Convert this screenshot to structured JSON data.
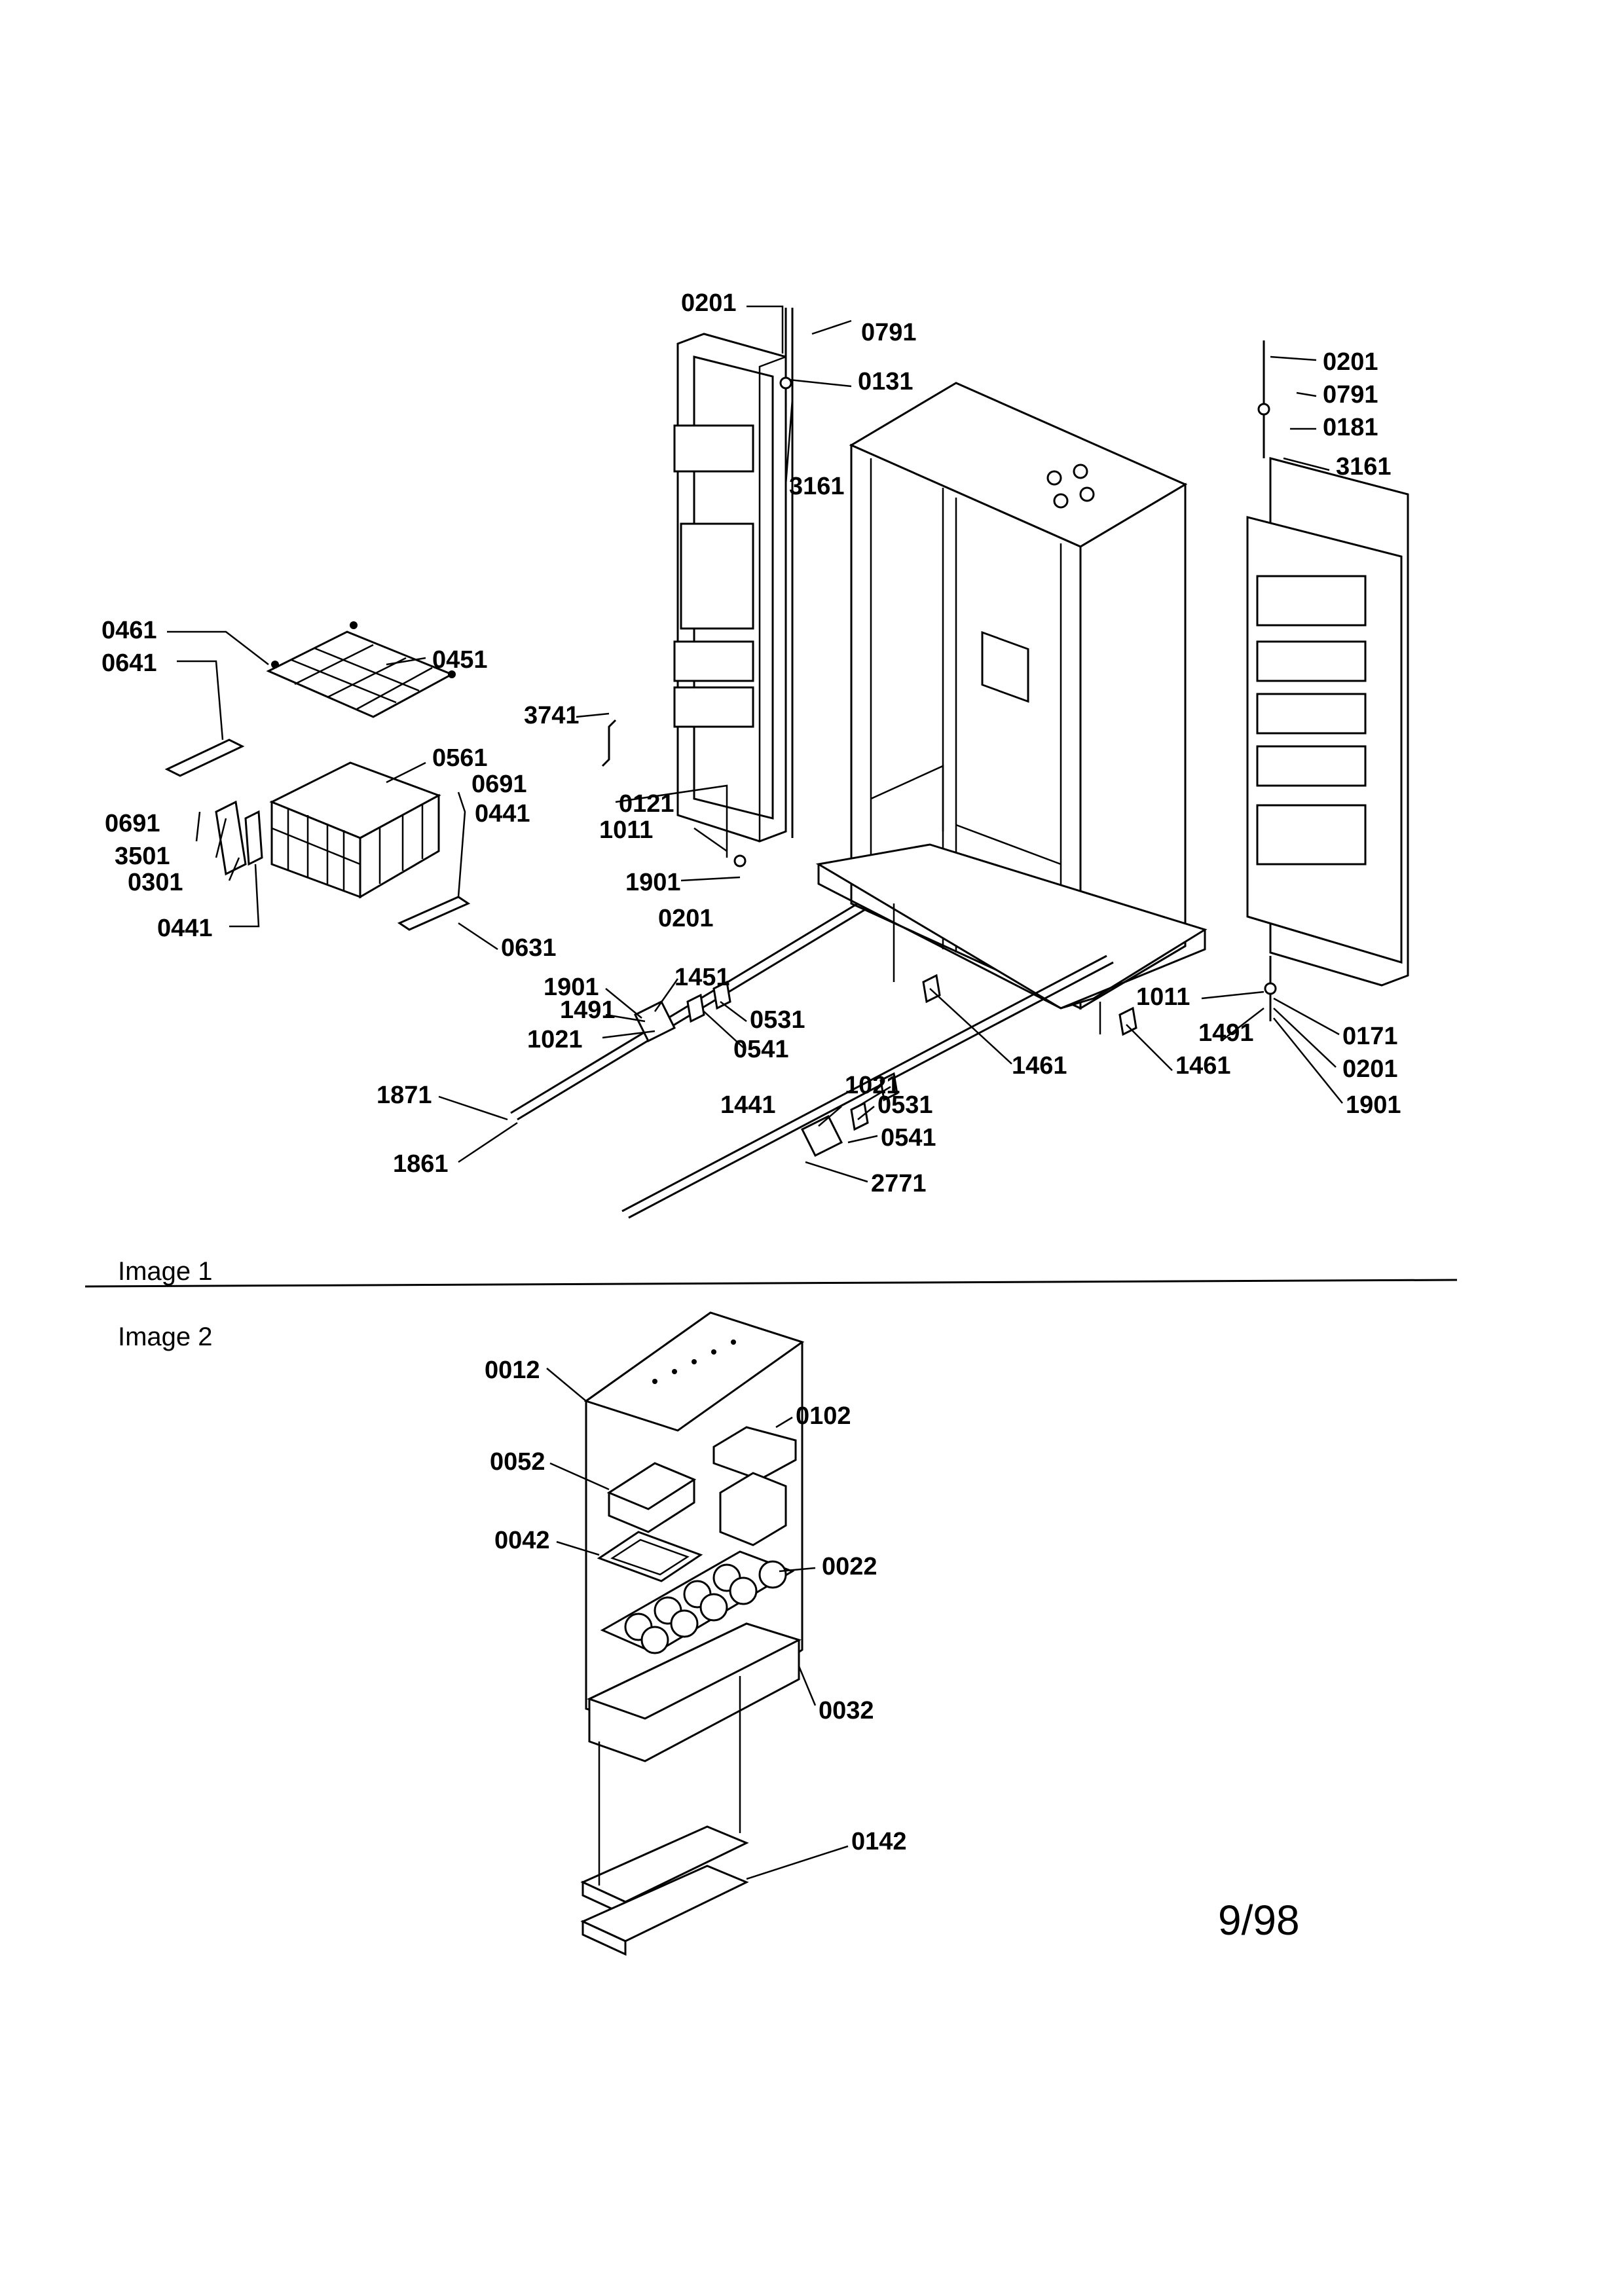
{
  "image1": {
    "caption": "Image 1",
    "callouts": [
      "0201",
      "0791",
      "0131",
      "3161",
      "0201",
      "0791",
      "0181",
      "3161",
      "0461",
      "0451",
      "0641",
      "3741",
      "0561",
      "0691",
      "0441",
      "0121",
      "1011",
      "0691",
      "3501",
      "0301",
      "1901",
      "0201",
      "0441",
      "0631",
      "1901",
      "1451",
      "1491",
      "0531",
      "1021",
      "0541",
      "1011",
      "0171",
      "1491",
      "0201",
      "1901",
      "1461",
      "1461",
      "1021",
      "1441",
      "0531",
      "0541",
      "1871",
      "1861",
      "2771"
    ]
  },
  "image2": {
    "caption": "Image 2",
    "callouts": [
      "0012",
      "0102",
      "0052",
      "0042",
      "0022",
      "0032",
      "0142"
    ]
  },
  "date_code": "9/98"
}
